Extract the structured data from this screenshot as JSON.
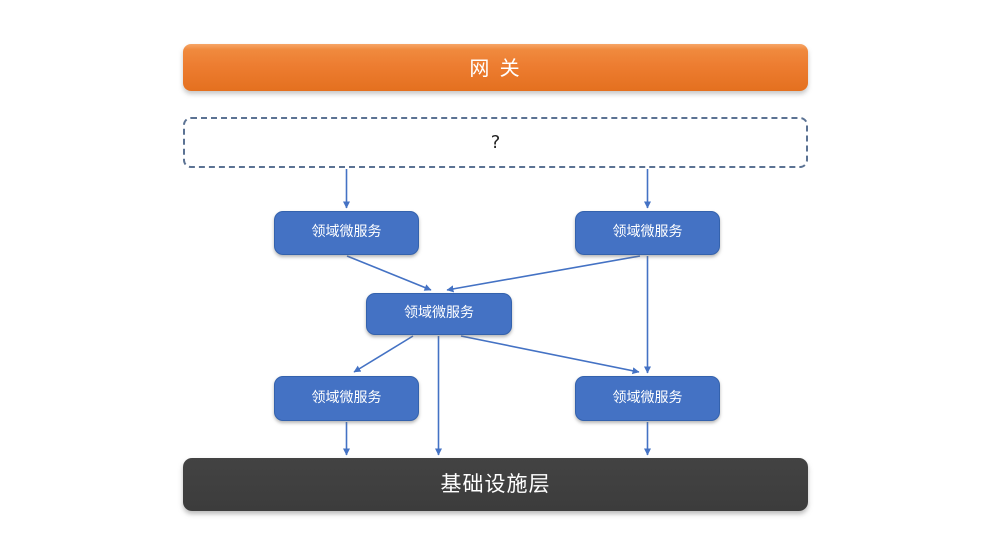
{
  "diagram": {
    "nodes": {
      "gateway": {
        "label": "网 关"
      },
      "placeholder": {
        "label": "?"
      },
      "svc_top_left": {
        "label": "领域微服务"
      },
      "svc_top_right": {
        "label": "领域微服务"
      },
      "svc_middle": {
        "label": "领域微服务"
      },
      "svc_bottom_left": {
        "label": "领域微服务"
      },
      "svc_bottom_right": {
        "label": "领域微服务"
      },
      "infrastructure": {
        "label": "基础设施层"
      }
    },
    "edges": [
      {
        "from": "placeholder",
        "to": "svc_top_left"
      },
      {
        "from": "placeholder",
        "to": "svc_top_right"
      },
      {
        "from": "svc_top_left",
        "to": "svc_middle"
      },
      {
        "from": "svc_top_right",
        "to": "svc_middle"
      },
      {
        "from": "svc_top_right",
        "to": "svc_bottom_right"
      },
      {
        "from": "svc_middle",
        "to": "svc_bottom_left"
      },
      {
        "from": "svc_middle",
        "to": "svc_bottom_right"
      },
      {
        "from": "svc_middle",
        "to": "infrastructure"
      },
      {
        "from": "svc_bottom_left",
        "to": "infrastructure"
      },
      {
        "from": "svc_bottom_right",
        "to": "infrastructure"
      }
    ],
    "colors": {
      "gateway_fill": "#ED7D31",
      "service_fill": "#4472C4",
      "service_border": "#3462AD",
      "connector": "#4472C4",
      "infrastructure_fill": "#3E3E3E",
      "placeholder_border": "#5B7293"
    }
  }
}
